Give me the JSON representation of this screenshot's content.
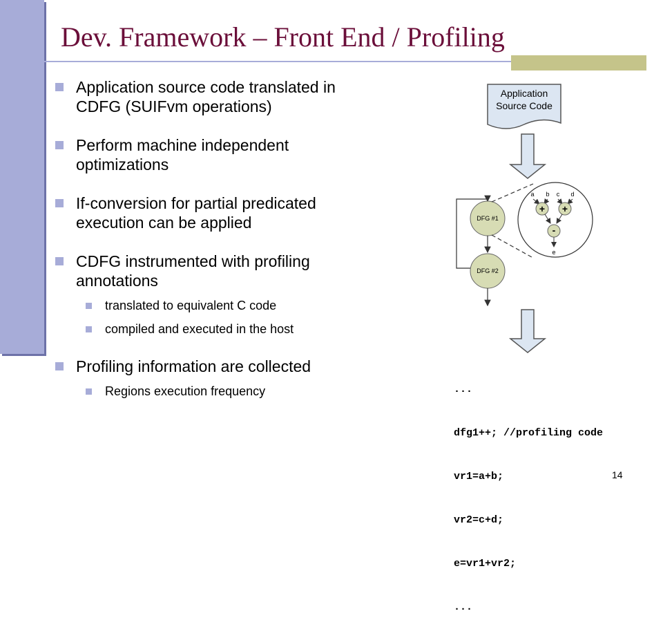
{
  "slide": {
    "title": "Dev. Framework – Front End / Profiling",
    "page_number": "14",
    "bullets": [
      {
        "text": "Application source code translated in CDFG (SUIFvm operations)"
      },
      {
        "text": "Perform machine independent optimizations"
      },
      {
        "text": "If-conversion for partial predicated execution can be applied"
      },
      {
        "text": "CDFG instrumented with profiling annotations",
        "sub": [
          "translated to equivalent C code",
          "compiled and executed in the host"
        ]
      },
      {
        "text": "Profiling information are collected",
        "sub": [
          "Regions execution frequency"
        ]
      }
    ]
  },
  "diagram": {
    "source_doc_line1": "Application",
    "source_doc_line2": "Source Code",
    "dfg1": "DFG #1",
    "dfg2": "DFG #2",
    "inputs": [
      "a",
      "b",
      "c",
      "d"
    ],
    "output": "e",
    "op_add": "+",
    "op_sub": "-",
    "colors": {
      "node_fill": "#d7dcb4",
      "arrow_fill": "#dce6f2",
      "doc_fill": "#dce6f2"
    }
  },
  "code_lines": [
    "...",
    "dfg1++; //profiling code",
    "vr1=a+b;",
    "vr2=c+d;",
    "e=vr1+vr2;",
    "..."
  ]
}
